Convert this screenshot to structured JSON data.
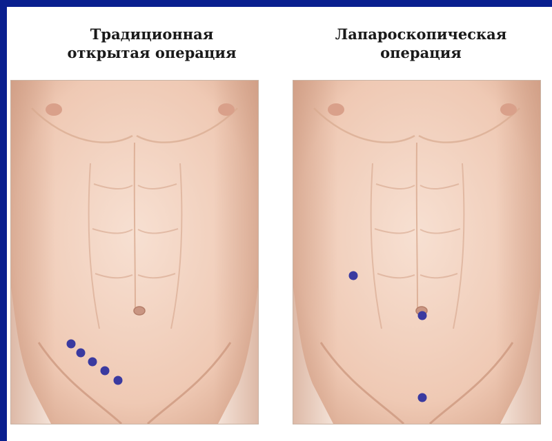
{
  "colors": {
    "frame": "#0a1f8f",
    "skin": "#f3d8c8",
    "incision_marker": "#3a3aa0"
  },
  "panels": [
    {
      "caption_line1": "Традиционная",
      "caption_line2": "открытая операция",
      "incision_points": 5
    },
    {
      "caption_line1": "Лапароскопическая",
      "caption_line2": "операция",
      "incision_points": 3
    }
  ],
  "icons": [
    "torso-illustration",
    "incision-marker"
  ]
}
